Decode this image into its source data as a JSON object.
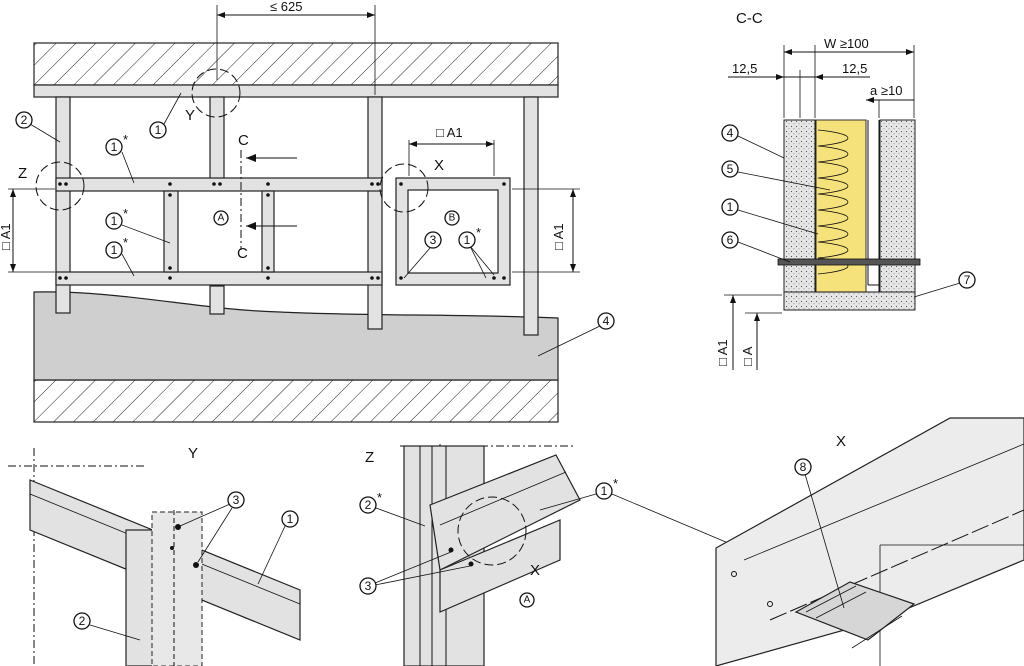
{
  "dimensions": {
    "spacing": "≤ 625",
    "a1": "□ A1",
    "a": "□ A",
    "width": "W ≥100",
    "board_thickness": "12,5",
    "gap": "a ≥10"
  },
  "section_labels": {
    "cc": "C-C",
    "c": "C",
    "y": "Y",
    "z": "Z",
    "x": "X",
    "opening_a": "A",
    "opening_b": "B"
  },
  "callouts": {
    "n1": "1",
    "n1_star": "1*",
    "n2": "2",
    "n2_star": "2*",
    "n3": "3",
    "n4": "4",
    "n5": "5",
    "n6": "6",
    "n7": "7",
    "n8": "8",
    "star": "*"
  },
  "colors": {
    "member": "#e2e2e2",
    "floor": "#cfcfcf",
    "insulation": "#f6e27a",
    "line": "#111111"
  }
}
